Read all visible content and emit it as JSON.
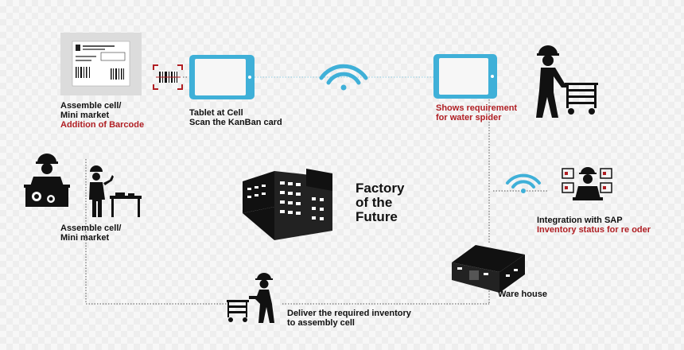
{
  "diagram": {
    "assemble_top": {
      "line1": "Assemble cell/",
      "line2": "Mini market",
      "note": "Addition of Barcode"
    },
    "tablet_cell": {
      "line1": "Tablet at Cell",
      "line2": "Scan the KanBan card"
    },
    "shows_requirement": {
      "line1": "Shows requirement",
      "line2": "for water spider"
    },
    "assemble_left": {
      "line1": "Assemble cell/",
      "line2": "Mini market"
    },
    "factory": {
      "line1": "Factory",
      "line2": "of the",
      "line3": "Future"
    },
    "integration": {
      "line1": "Integration with SAP",
      "note": "Inventory status for re oder"
    },
    "warehouse": {
      "label": "Ware house"
    },
    "deliver": {
      "line1": "Deliver the required inventory",
      "line2": "to assembly cell"
    },
    "colors": {
      "accent_red": "#b01e23",
      "tablet_blue": "#3fb0d8",
      "wifi_blue": "#3fb0d8",
      "icon_black": "#111111"
    }
  }
}
